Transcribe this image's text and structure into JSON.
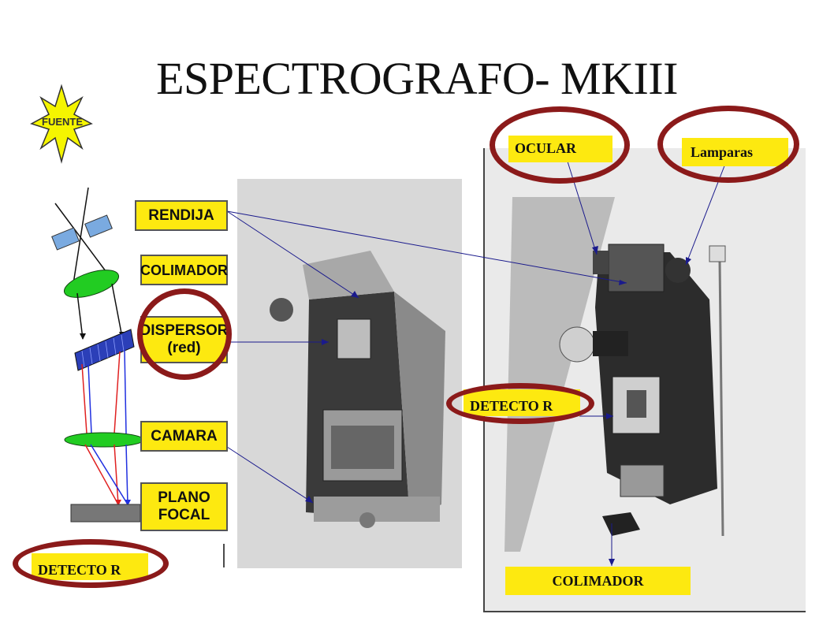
{
  "slide": {
    "title": "ESPECTROGRAFO- MKIII"
  },
  "diagram": {
    "source_badge": "FUENTE",
    "boxes": {
      "rendija": "RENDIJA",
      "colimador": "COLIMADOR",
      "dispersor": "DISPERSOR\n(red)",
      "camara": "CAMARA",
      "plano_focal": "PLANO\nFOCAL"
    },
    "detector_label": "DETECTO R"
  },
  "photo_labels": {
    "ocular": "OCULAR",
    "lamparas": "Lamparas",
    "detector": "DETECTO R",
    "colimador": "COLIMADOR"
  },
  "colors": {
    "box_yellow": "#fde910",
    "ring": "#8b1a1a",
    "arrow": "#1a1a8c",
    "lens_green": "#22cc22",
    "grating_blue": "#2b3fb8",
    "red_ray": "#e02020",
    "blue_ray": "#2030e0",
    "star": "#f5f500"
  }
}
